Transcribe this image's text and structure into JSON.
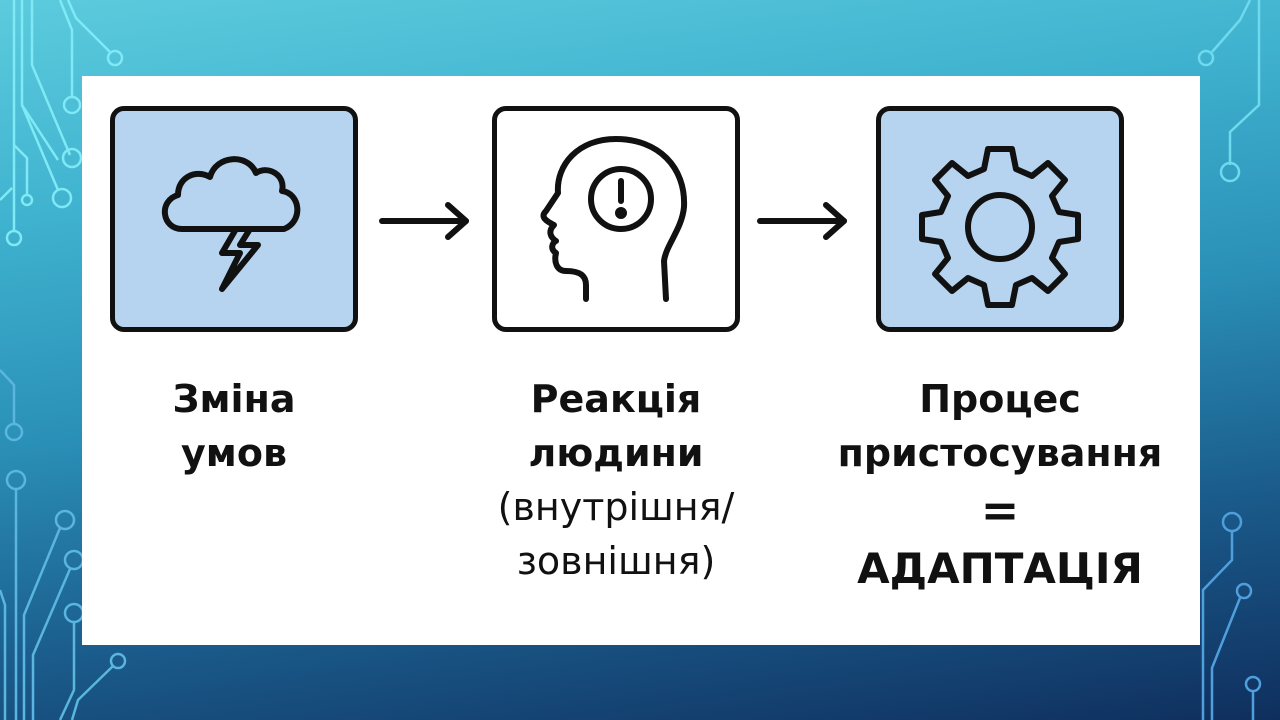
{
  "slide": {
    "background": {
      "top": "#5ccbdd",
      "bottom": "#0f2f5e",
      "circuit_line_top": "#7fe9f5",
      "circuit_line_bottom": "#4f9fdc"
    }
  },
  "diagram": {
    "steps": [
      {
        "icon": "cloud-lightning-icon",
        "box_color": "#b6d4ef",
        "label_line1": "Зміна",
        "label_line2": "умов"
      },
      {
        "icon": "head-exclamation-icon",
        "box_color": "#ffffff",
        "label_line1": "Реакція",
        "label_line2": "людини",
        "label_line3": "(внутрішня/",
        "label_line4": "зовнішня)"
      },
      {
        "icon": "gear-icon",
        "box_color": "#b6d4ef",
        "label_line1": "Процес",
        "label_line2": "пристосування",
        "equals": "=",
        "result": "АДАПТАЦІЯ"
      }
    ],
    "arrows": [
      "arrow-right-icon",
      "arrow-right-icon"
    ]
  }
}
